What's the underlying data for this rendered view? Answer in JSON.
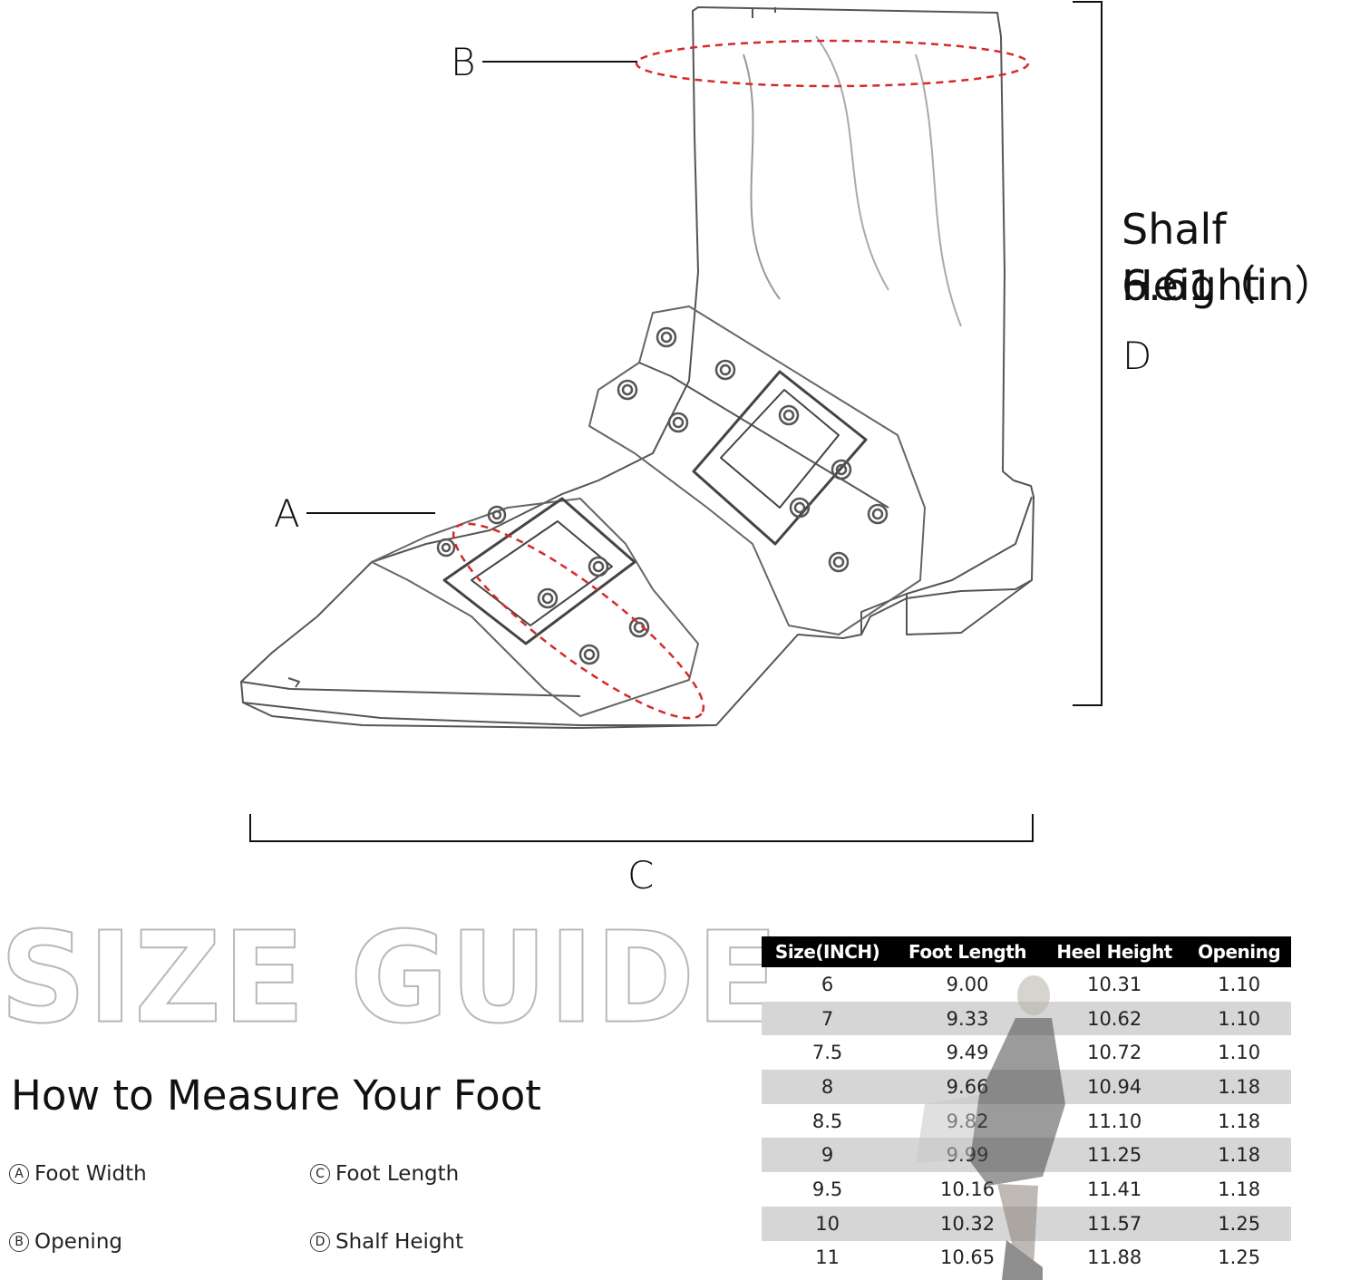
{
  "diagram": {
    "label_a": "A",
    "label_b": "B",
    "label_c": "C",
    "label_d": "D",
    "shaf_height_title": "Shalf Height",
    "shaf_height_value": "6.61（in）"
  },
  "guide": {
    "title": "SIZE GUIDE",
    "heading": "How to Measure Your Foot",
    "legend": [
      {
        "mark": "A",
        "text": "Foot Width"
      },
      {
        "mark": "C",
        "text": "Foot Length"
      },
      {
        "mark": "B",
        "text": "Opening"
      },
      {
        "mark": "D",
        "text": "Shalf Height"
      }
    ]
  },
  "table": {
    "headers": [
      "Size(INCH)",
      "Foot Length",
      "Heel Height",
      "Opening"
    ],
    "rows": [
      [
        "6",
        "9.00",
        "10.31",
        "1.10"
      ],
      [
        "7",
        "9.33",
        "10.62",
        "1.10"
      ],
      [
        "7.5",
        "9.49",
        "10.72",
        "1.10"
      ],
      [
        "8",
        "9.66",
        "10.94",
        "1.18"
      ],
      [
        "8.5",
        "9.82",
        "11.10",
        "1.18"
      ],
      [
        "9",
        "9.99",
        "11.25",
        "1.18"
      ],
      [
        "9.5",
        "10.16",
        "11.41",
        "1.18"
      ],
      [
        "10",
        "10.32",
        "11.57",
        "1.25"
      ],
      [
        "11",
        "10.65",
        "11.88",
        "1.25"
      ]
    ]
  },
  "colors": {
    "measure_dash": "#d42a2a",
    "table_header": "#000000",
    "table_alt_row": "#d6d6d6"
  }
}
